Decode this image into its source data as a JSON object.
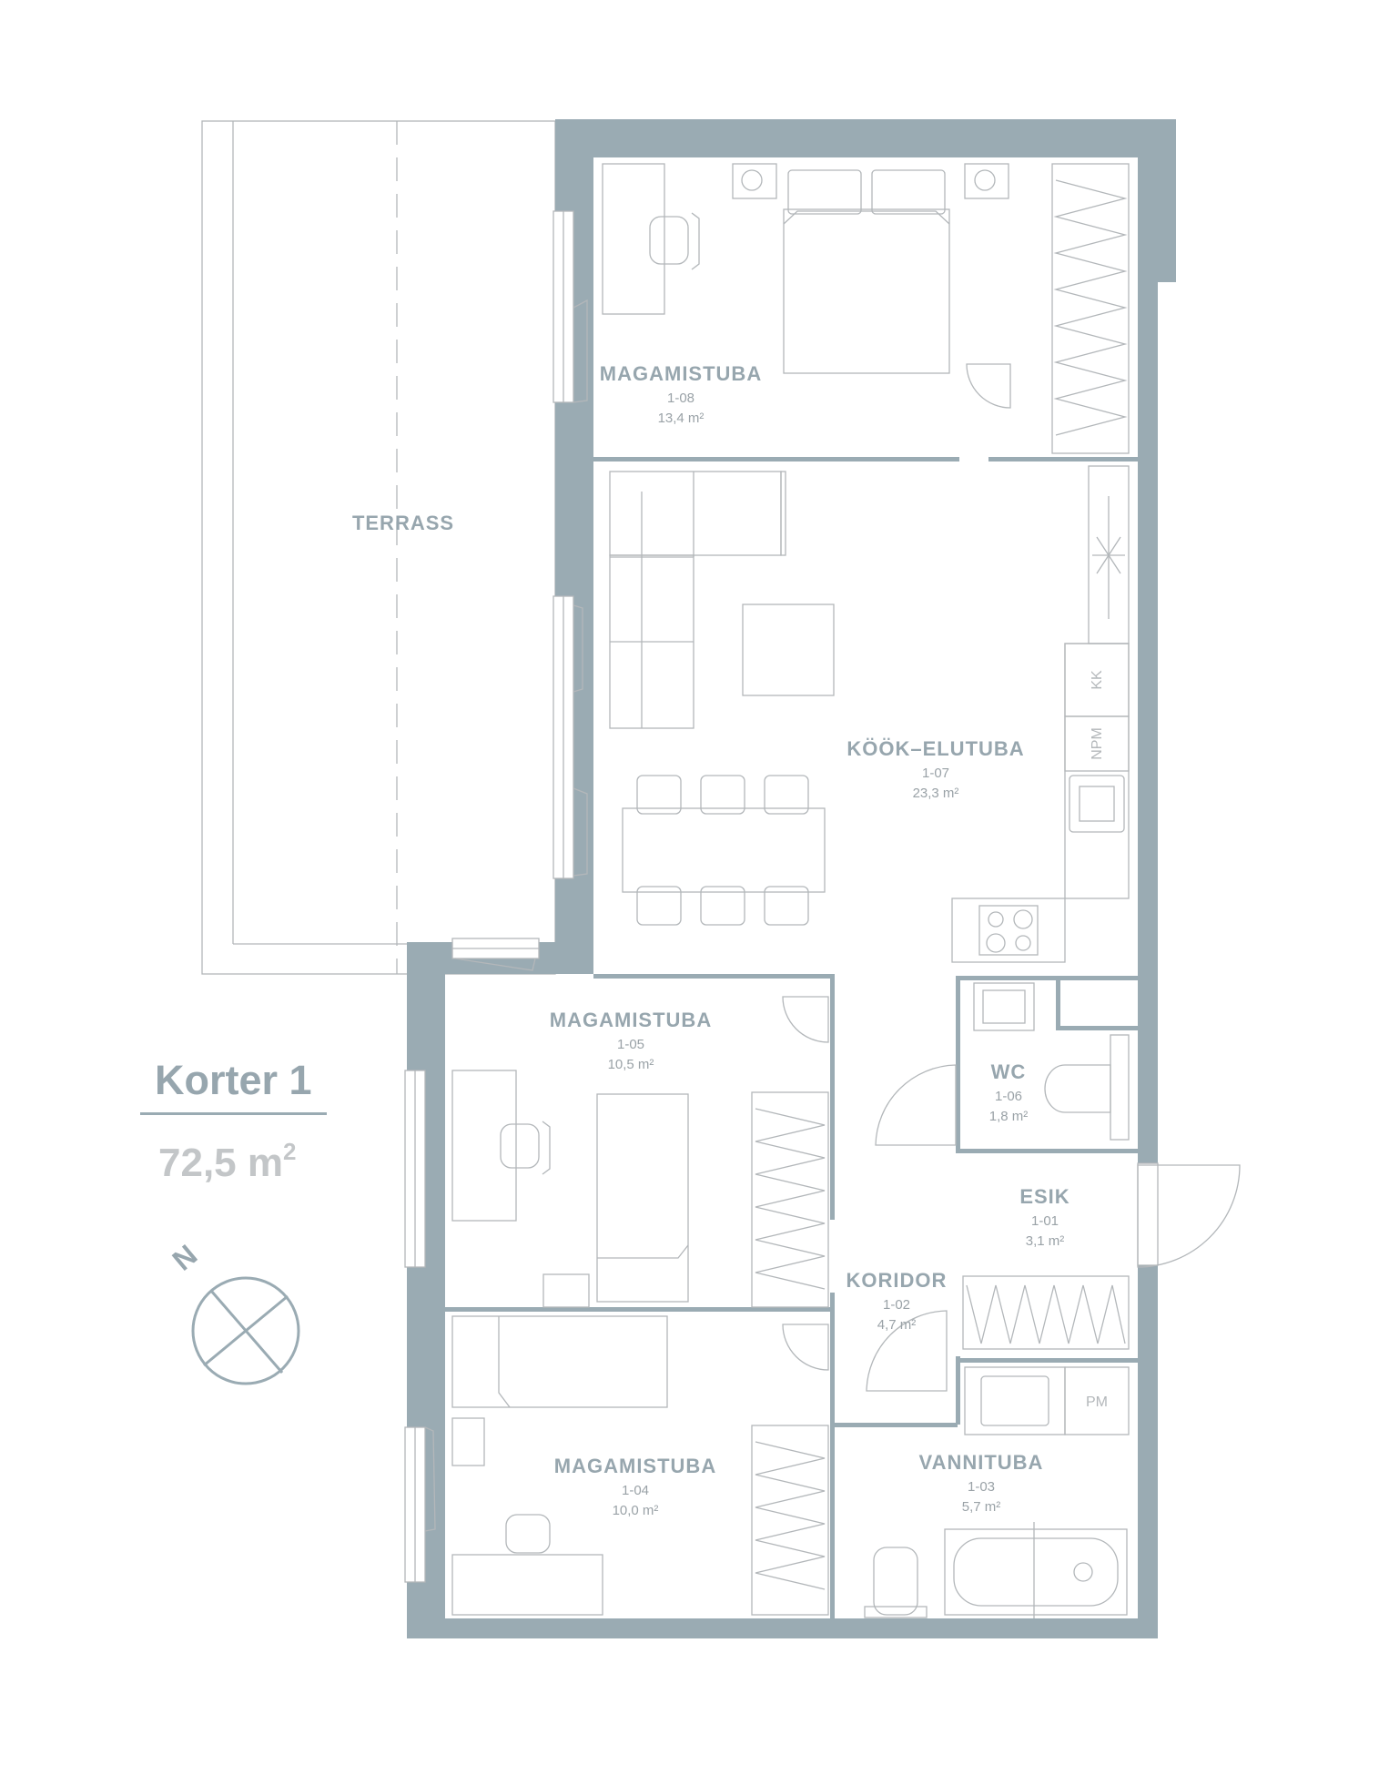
{
  "apartment": {
    "title": "Korter 1",
    "total_area": "72,5 m",
    "total_area_sup": "2"
  },
  "north_label": "N",
  "terrace": {
    "name": "TERRASS"
  },
  "rooms": [
    {
      "name": "MAGAMISTUBA",
      "code": "1-08",
      "area": "13,4 m²"
    },
    {
      "name": "KÖÖK–ELUTUBA",
      "code": "1-07",
      "area": "23,3 m²"
    },
    {
      "name": "MAGAMISTUBA",
      "code": "1-05",
      "area": "10,5 m²"
    },
    {
      "name": "WC",
      "code": "1-06",
      "area": "1,8 m²"
    },
    {
      "name": "ESIK",
      "code": "1-01",
      "area": "3,1 m²"
    },
    {
      "name": "KORIDOR",
      "code": "1-02",
      "area": "4,7 m²"
    },
    {
      "name": "MAGAMISTUBA",
      "code": "1-04",
      "area": "10,0 m²"
    },
    {
      "name": "VANNITUBA",
      "code": "1-03",
      "area": "5,7 m²"
    }
  ],
  "fixture_labels": {
    "kk": "KK",
    "npm": "NPM",
    "pm": "PM"
  },
  "colors": {
    "wall": "#9aabb3",
    "label": "#97a6ae",
    "line": "#b3b7ba"
  }
}
